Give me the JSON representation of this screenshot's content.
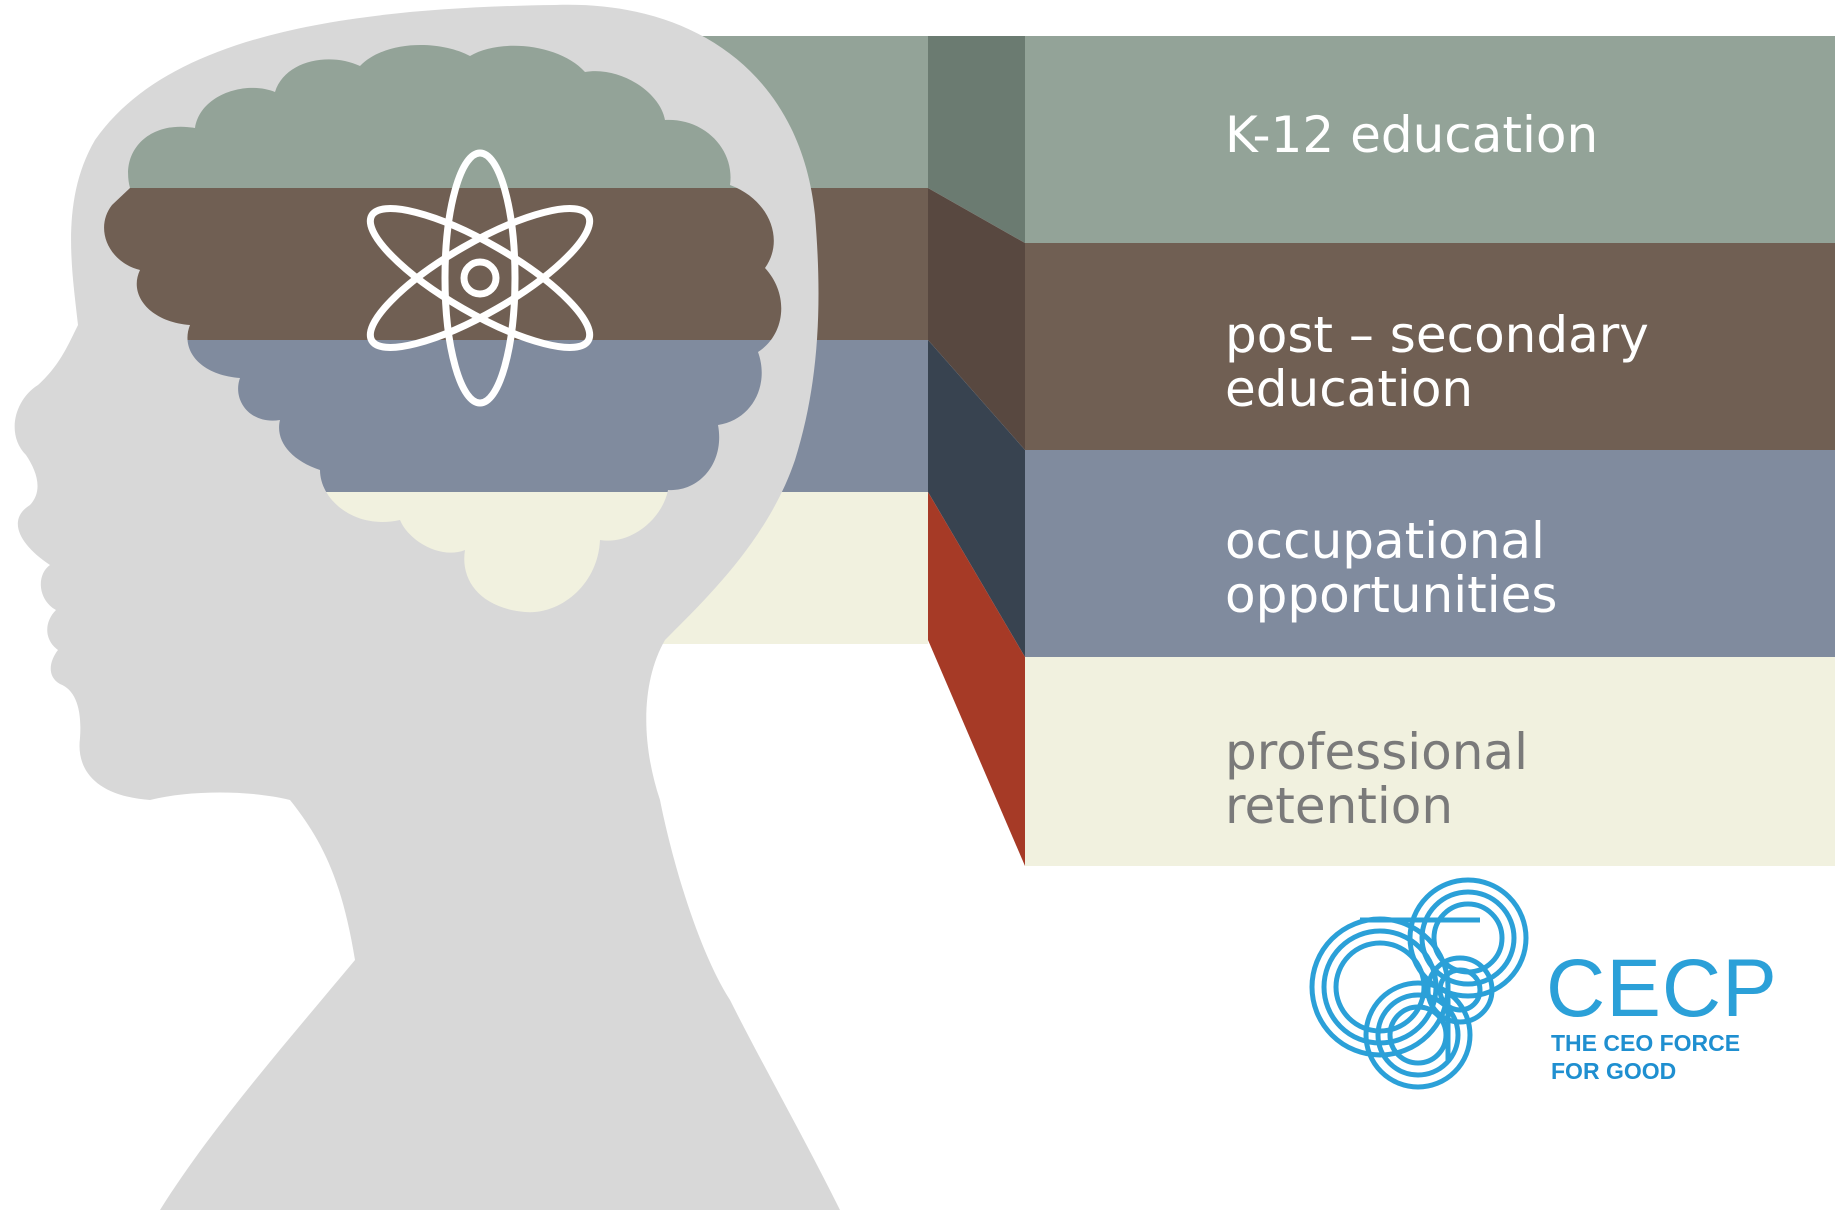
{
  "diagram": {
    "stages": [
      {
        "label": "K-12 education",
        "color": "#93a398",
        "dark_color": "#6b7b71",
        "text_color": "#ffffff"
      },
      {
        "label": "post – secondary\neducation",
        "color": "#705f53",
        "dark_color": "#584840",
        "text_color": "#ffffff"
      },
      {
        "label": "occupational\nopportunities",
        "color": "#808b9e",
        "dark_color": "#384350",
        "text_color": "#ffffff"
      },
      {
        "label": "professional\nretention",
        "color": "#f1f1df",
        "dark_color": "#a63a26",
        "text_color": "#7a7a7a"
      }
    ],
    "head_color": "#d8d8d8",
    "center_icon": "atom-icon"
  },
  "logo": {
    "name": "CECP",
    "tagline": "THE CEO FORCE\nFOR GOOD",
    "color": "#2ba0d8",
    "tagline_color": "#1f8fd0"
  }
}
